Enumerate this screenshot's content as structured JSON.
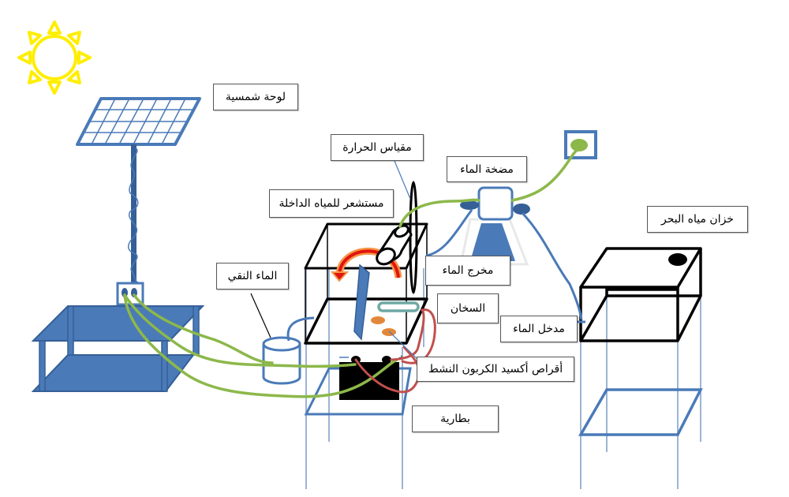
{
  "diagram": {
    "title": "",
    "colors": {
      "sun": "#ffee00",
      "structure_blue": "#4a7ab8",
      "dark_blue": "#355f96",
      "wire_green": "#8cb84a",
      "wire_red": "#c0504d",
      "orange": "#f79646",
      "red_arrow": "#e0150f",
      "teal": "#6fa8a4",
      "outline": "#000000",
      "thin_line": "#7a9cc6"
    },
    "labels": {
      "solar_panel": "لوحة شمسية",
      "thermometer": "مقياس الحرارة",
      "water_pump": "مضخة الماء",
      "inlet_water_sensor": "مستشعر للمياه الداخلة",
      "seawater_tank": "خزان مياه البحر",
      "pure_water": "الماء النقي",
      "water_outlet": "مخرج الماء",
      "heater": "السخان",
      "water_inlet": "مدخل الماء",
      "activated_carbon_oxide_discs": "أقراص أكسيد الكربون النشط",
      "battery": "بطارية"
    },
    "components": [
      {
        "id": "sun",
        "icon": "sun-icon"
      },
      {
        "id": "solar_panel",
        "icon": "solar-panel-icon"
      },
      {
        "id": "support_table",
        "icon": "table-icon"
      },
      {
        "id": "distillation_box",
        "icon": "box-icon"
      },
      {
        "id": "thermometer",
        "icon": "thermometer-icon"
      },
      {
        "id": "sensor",
        "icon": "sensor-cylinder-icon"
      },
      {
        "id": "pure_water_container",
        "icon": "cylinder-icon"
      },
      {
        "id": "water_pump",
        "icon": "pump-icon"
      },
      {
        "id": "battery",
        "icon": "battery-icon"
      },
      {
        "id": "seawater_tank",
        "icon": "tank-icon"
      }
    ]
  }
}
